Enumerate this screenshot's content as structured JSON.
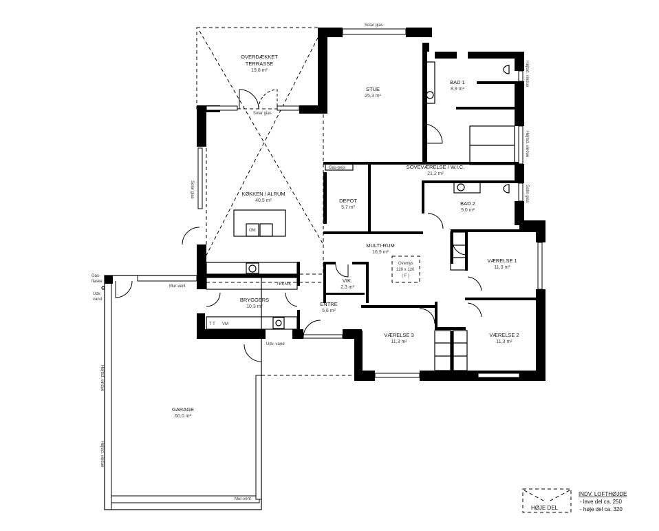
{
  "rooms": {
    "terrasse": {
      "name1": "OVERDÆKKET",
      "name2": "TERRASSE",
      "area": "19,8 m²"
    },
    "stue": {
      "name": "STUE",
      "area": "25,3 m²"
    },
    "bad1": {
      "name": "BAD 1",
      "area": "8,9 m²"
    },
    "sove": {
      "name": "SOVEVÆRELSE / W.I.C.",
      "area": "21,2 m²"
    },
    "bad2": {
      "name": "BAD 2",
      "area": "9,0 m²"
    },
    "kokken": {
      "name": "KØKKEN / ALRUM",
      "area": "40,5 m²"
    },
    "depot": {
      "name": "DEPOT",
      "area": "5,7 m²"
    },
    "multirum": {
      "name": "MULTI-RUM",
      "area": "16,9 m²"
    },
    "vik": {
      "name": "VIK.",
      "area": "2,3 m²"
    },
    "vaerelse1": {
      "name": "VÆRELSE 1",
      "area": "11,3 m²"
    },
    "bryggers": {
      "name": "BRYGGERS",
      "area": "10,3 m²"
    },
    "entre": {
      "name": "ENTRE",
      "area": "5,6 m²"
    },
    "vaerelse3": {
      "name": "VÆRELSE 3",
      "area": "11,3 m²"
    },
    "vaerelse2": {
      "name": "VÆRELSE 2",
      "area": "11,3 m²"
    },
    "garage": {
      "name": "GARAGE",
      "area": "60,0 m²"
    }
  },
  "annotations": {
    "solar_glas_top": "Solar glas",
    "solar_glas_terrace": "Solar glas",
    "solar_glas_kitchen": "Solar glas",
    "hojtsd_vindue_bad1": "Højtsd. vindue",
    "hojtsd_vindue_sove": "Højtsd. vindue",
    "satin_glas": "Satin glas",
    "gas_pejs": "Gas-pejs",
    "om": "OM",
    "teknik": "TEKNIK",
    "tt": "T T",
    "vm": "VM",
    "gasflaske1": "Gas-",
    "gasflaske2": "flaske",
    "udv_vand_left1": "Udv.",
    "udv_vand_left2": "vand",
    "udv_vand_bottom": "Udv. vand",
    "mur_vent_top": "Mur-vent",
    "mur_vent_garage": "Mur-vent",
    "garage_vindue_1": "Højtsd. vindue",
    "garage_vindue_2": "Højtsd. vindue",
    "ovenlys1": "Ovenlys",
    "ovenlys2": "120 x 120",
    "ovenlys3": "( F )"
  },
  "legend": {
    "box_label": "HØJE DEL",
    "title": "INDV. LOFTHØJDE",
    "line1": "- lave del ca. 250",
    "line2": "- høje del ca. 320"
  }
}
